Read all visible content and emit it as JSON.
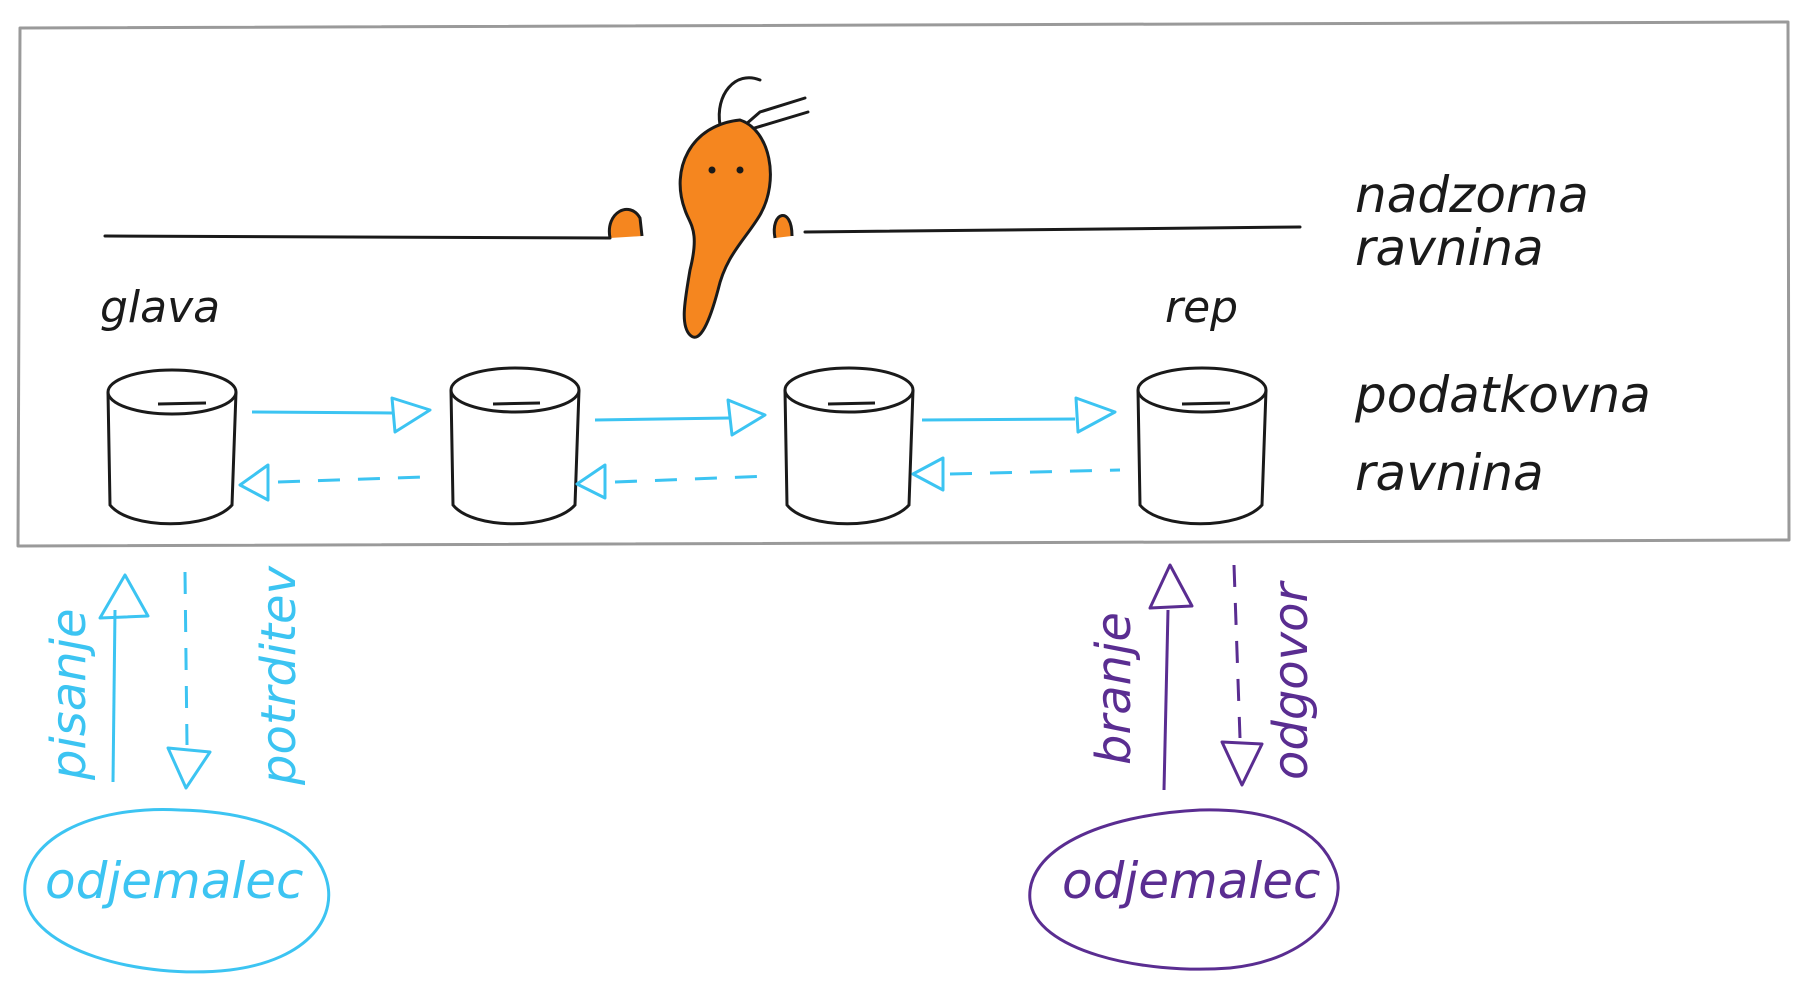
{
  "labels": {
    "control_plane_line1": "nadzorna",
    "control_plane_line2": "ravnina",
    "data_plane_line1": "podatkovna",
    "data_plane_line2": "ravnina",
    "head": "glava",
    "tail": "rep"
  },
  "left_client": {
    "name": "odjemalec",
    "request": "pisanje",
    "response": "potrditev",
    "color": "#3cc4f2"
  },
  "right_client": {
    "name": "odjemalec",
    "request": "branje",
    "response": "odgovor",
    "color": "#5a2d91"
  },
  "colors": {
    "stroke": "#1a1a1a",
    "box": "#9a9a9a",
    "chain_arrows": "#3cc4f2",
    "mascot": "#f5861f"
  }
}
